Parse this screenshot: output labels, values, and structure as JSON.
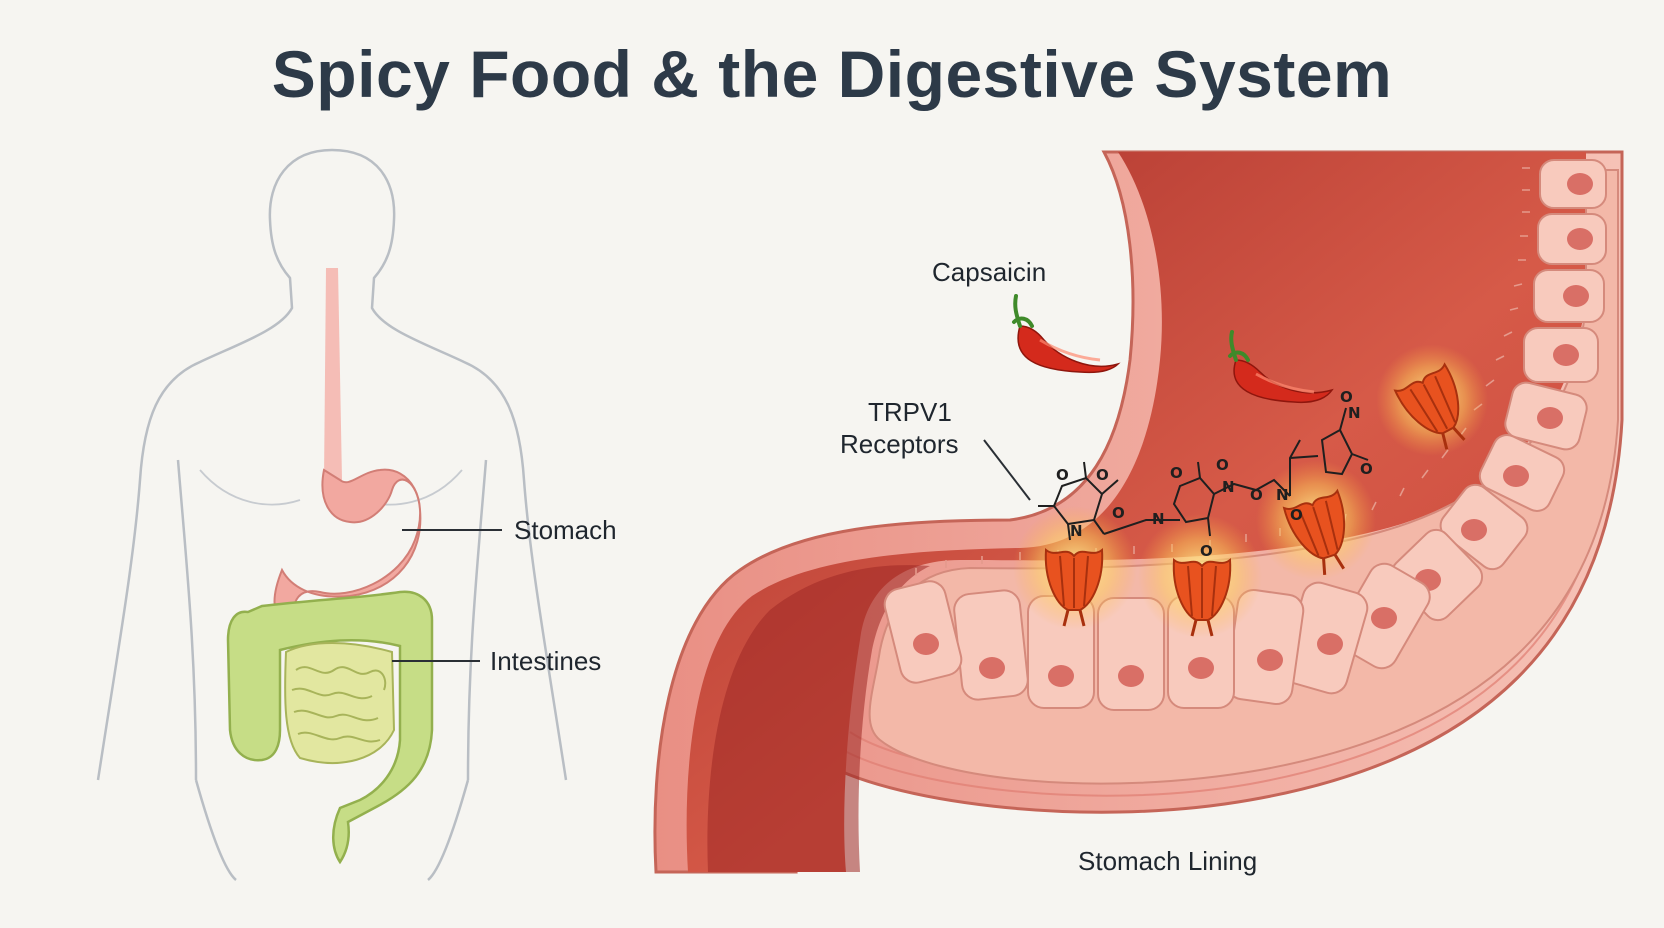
{
  "title": "Spicy Food & the Digestive System",
  "labels": {
    "stomach": "Stomach",
    "intestines": "Intestines",
    "capsaicin": "Capsaicin",
    "trpv1_line1": "TRPV1",
    "trpv1_line2": "Receptors",
    "stomach_lining": "Stomach Lining"
  },
  "colors": {
    "title": "#2d3a48",
    "body_outline": "#b9bec4",
    "stomach": "#f2a8a0",
    "intestines": "#c6dd86",
    "mucosa": "#f3b8a8",
    "lumen": "#c9453a",
    "pepper": "#d42a1c",
    "receptor": "#e8521f"
  }
}
